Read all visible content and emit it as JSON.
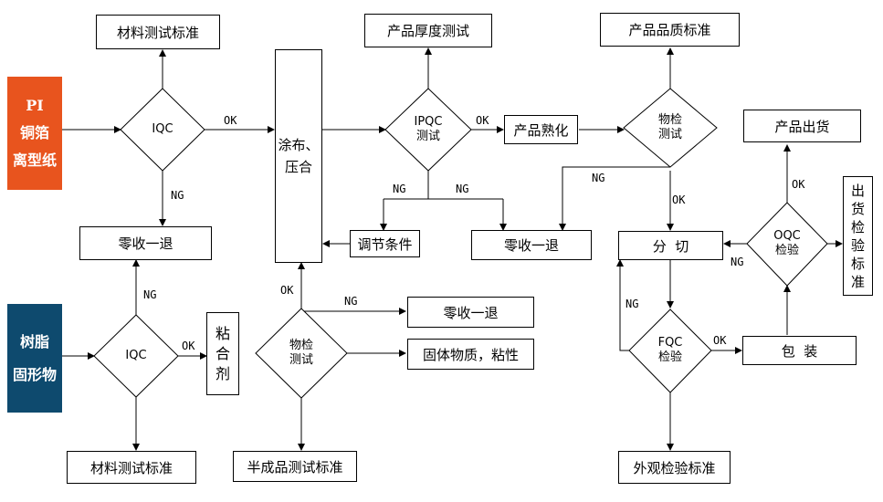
{
  "inputs": {
    "pi": {
      "label_1": "PI",
      "label_2": "铜箔",
      "label_3": "离型纸",
      "color": "#E8541E"
    },
    "resin": {
      "label_1": "树脂",
      "label_2": "固形物",
      "color": "#0E4A6E"
    }
  },
  "boxes": {
    "material_std_top": "材料测试标准",
    "zero_return_left": "零收一退",
    "material_std_bottom": "材料测试标准",
    "binder": [
      "粘",
      "合",
      "剂"
    ],
    "coating": [
      "涂布、",
      "压合"
    ],
    "adjust": "调节条件",
    "half_product_std": "半成品测试标准",
    "zero_return_mid": "零收一退",
    "solid_viscosity": "固体物质，粘性",
    "thickness_test": "产品厚度测试",
    "curing": "产品熟化",
    "zero_return_right": "零收一退",
    "quality_std": "产品品质标准",
    "slitting": "分  切",
    "appearance_std": "外观检验标准",
    "packing": "包  装",
    "shipping": "产品出货",
    "ship_std": [
      "出",
      "货",
      "检",
      "验",
      "标",
      "准"
    ]
  },
  "decisions": {
    "iqc_top": [
      "IQC"
    ],
    "iqc_bottom": [
      "IQC"
    ],
    "material_check_left": [
      "物检",
      "测试"
    ],
    "ipqc": [
      "IPQC",
      "测试"
    ],
    "material_check_right": [
      "物检",
      "测试"
    ],
    "fqc": [
      "FQC",
      "检验"
    ],
    "oqc": [
      "OQC",
      "检验"
    ]
  },
  "labels": {
    "ok": "OK",
    "ng": "NG"
  }
}
